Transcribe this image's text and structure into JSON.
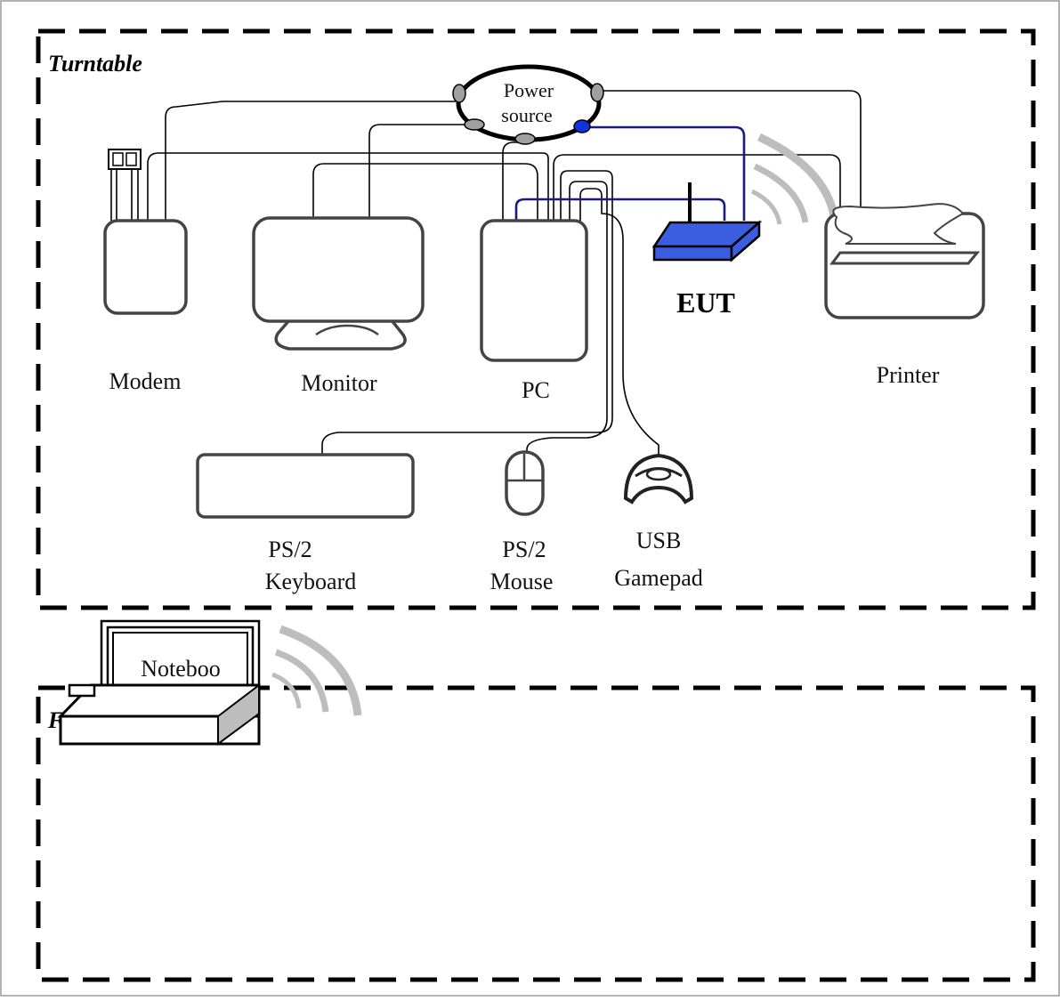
{
  "zones": {
    "turntable": "Turntable",
    "far_end": "Far-end"
  },
  "power_source": {
    "line1": "Power",
    "line2": "source"
  },
  "devices": {
    "modem": "Modem",
    "monitor": "Monitor",
    "pc": "PC",
    "eut": "EUT",
    "printer": "Printer",
    "keyboard": {
      "line1": "PS/2",
      "line2": "Keyboard"
    },
    "mouse": {
      "line1": "PS/2",
      "line2": "Mouse"
    },
    "gamepad": {
      "line1": "USB",
      "line2": "Gamepad"
    },
    "notebook": "Noteboo"
  },
  "colors": {
    "border": "#000000",
    "device_outline": "#444444",
    "cable_black": "#000000",
    "cable_blue": "#1a1a80",
    "eut_fill": "#3b5ee0",
    "plug_gray": "#a0a0a0",
    "plug_blue": "#1133dd",
    "signal_waves": "#bdbdbd"
  }
}
